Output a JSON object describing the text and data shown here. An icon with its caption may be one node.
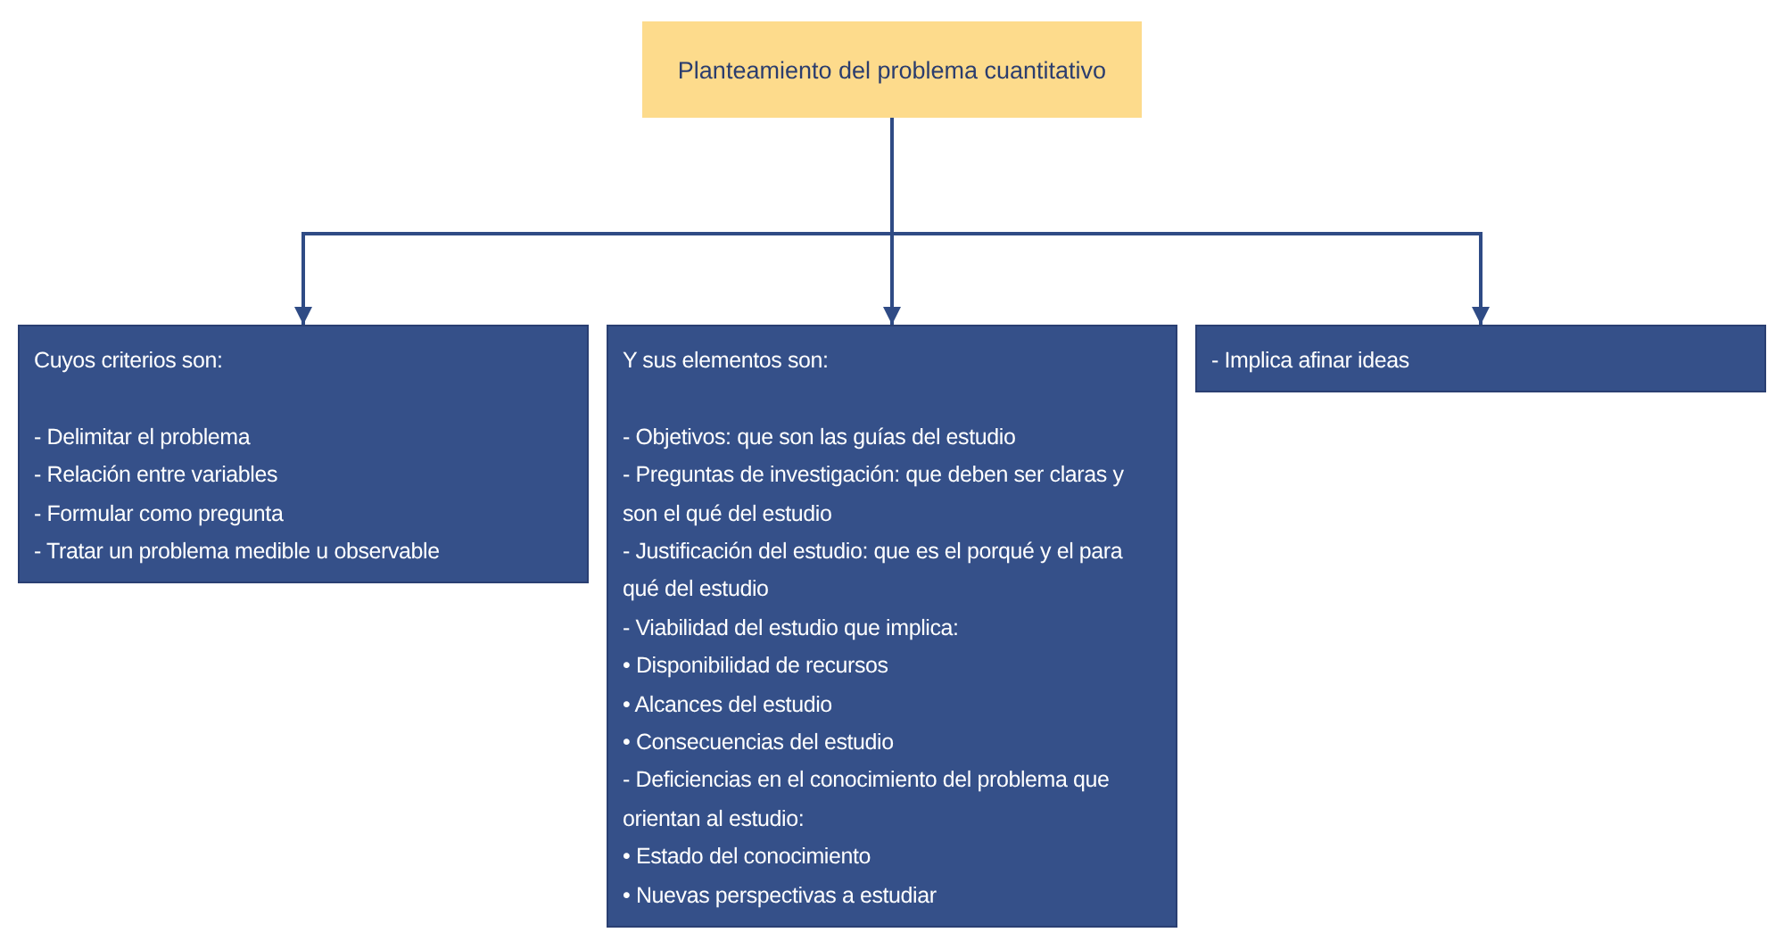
{
  "diagram": {
    "nodes": [
      {
        "text": [
          "Planteamiento del problema cuantitativo"
        ]
      },
      {
        "text": [
          "Cuyos criterios son:",
          "- Delimitar el problema",
          "- Relación entre variables",
          "- Formular como pregunta",
          "- Tratar un problema medible u observable"
        ]
      },
      {
        "text": [
          "Y sus elementos son:",
          "- Objetivos: que son las guías del estudio",
          "- Preguntas de investigación: que deben ser claras y son el qué del estudio",
          "- Justificación del estudio: que es el porqué y el para qué del estudio",
          "- Viabilidad del estudio que implica:",
          "• Disponibilidad de recursos",
          "• Alcances del estudio",
          "• Consecuencias del estudio",
          "- Deficiencias en el conocimiento del problema que orientan al estudio:",
          "• Estado del conocimiento",
          "• Nuevas perspectivas a estudiar"
        ]
      },
      {
        "text": [
          "- Implica afinar ideas"
        ]
      }
    ],
    "edges": [
      {
        "from": 0,
        "to": 1,
        "arrow": "to"
      },
      {
        "from": 0,
        "to": 2,
        "arrow": "to"
      },
      {
        "from": 0,
        "to": 3,
        "arrow": "to"
      }
    ]
  }
}
